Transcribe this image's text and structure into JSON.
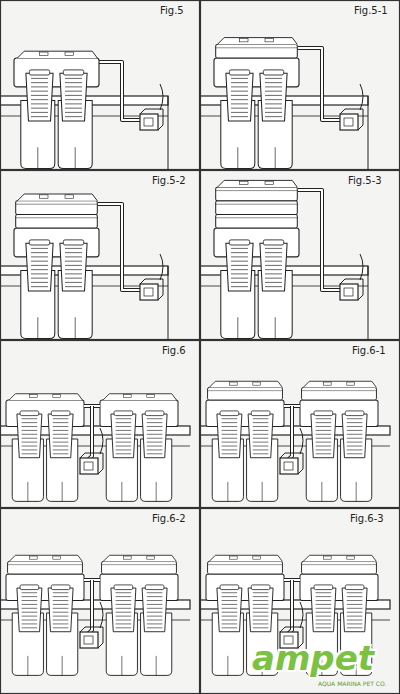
{
  "diagram": {
    "labels": [
      "Fig.5",
      "Fig.5-1",
      "Fig.5-2",
      "Fig.5-3",
      "Fig.6",
      "Fig.6-1",
      "Fig.6-2",
      "Fig.6-3",
      "ampet",
      "AQUA MARINA PET CO."
    ]
  }
}
